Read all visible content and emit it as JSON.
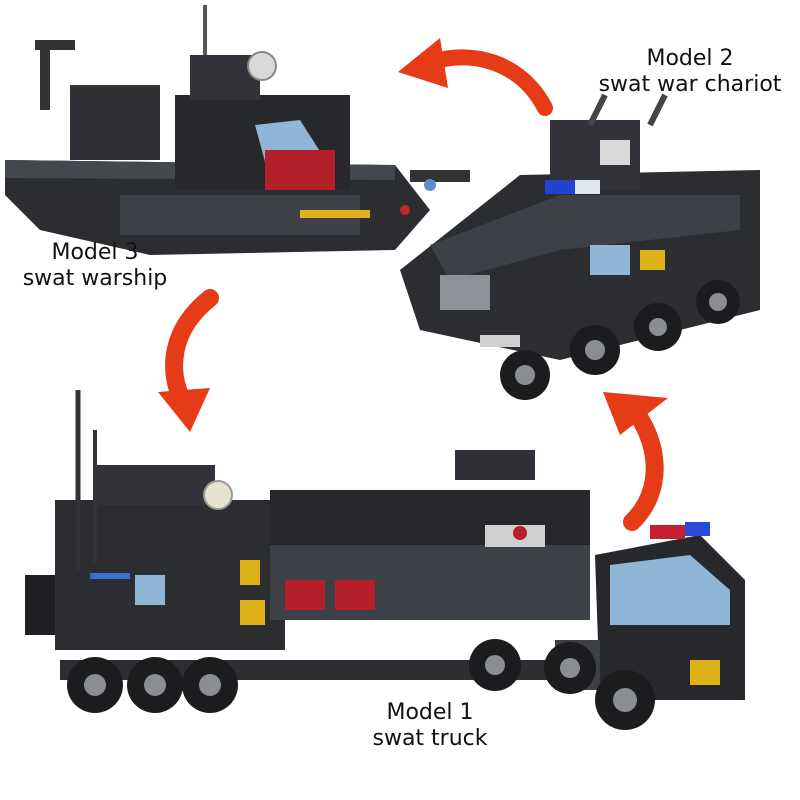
{
  "models": [
    {
      "id": "model-3",
      "line1": "Model 3",
      "line2": "swat warship"
    },
    {
      "id": "model-2",
      "line1": "Model 2",
      "line2": "swat war chariot"
    },
    {
      "id": "model-1",
      "line1": "Model 1",
      "line2": "swat truck"
    }
  ],
  "colors": {
    "arrow": "#e63b17",
    "body_dark": "#2b2d31",
    "body_mid": "#3d4046",
    "accent_yellow": "#e0b21a",
    "accent_red": "#b3202a",
    "glass": "#8fb6d6"
  },
  "icons": [
    "curved-arrow-icon"
  ]
}
